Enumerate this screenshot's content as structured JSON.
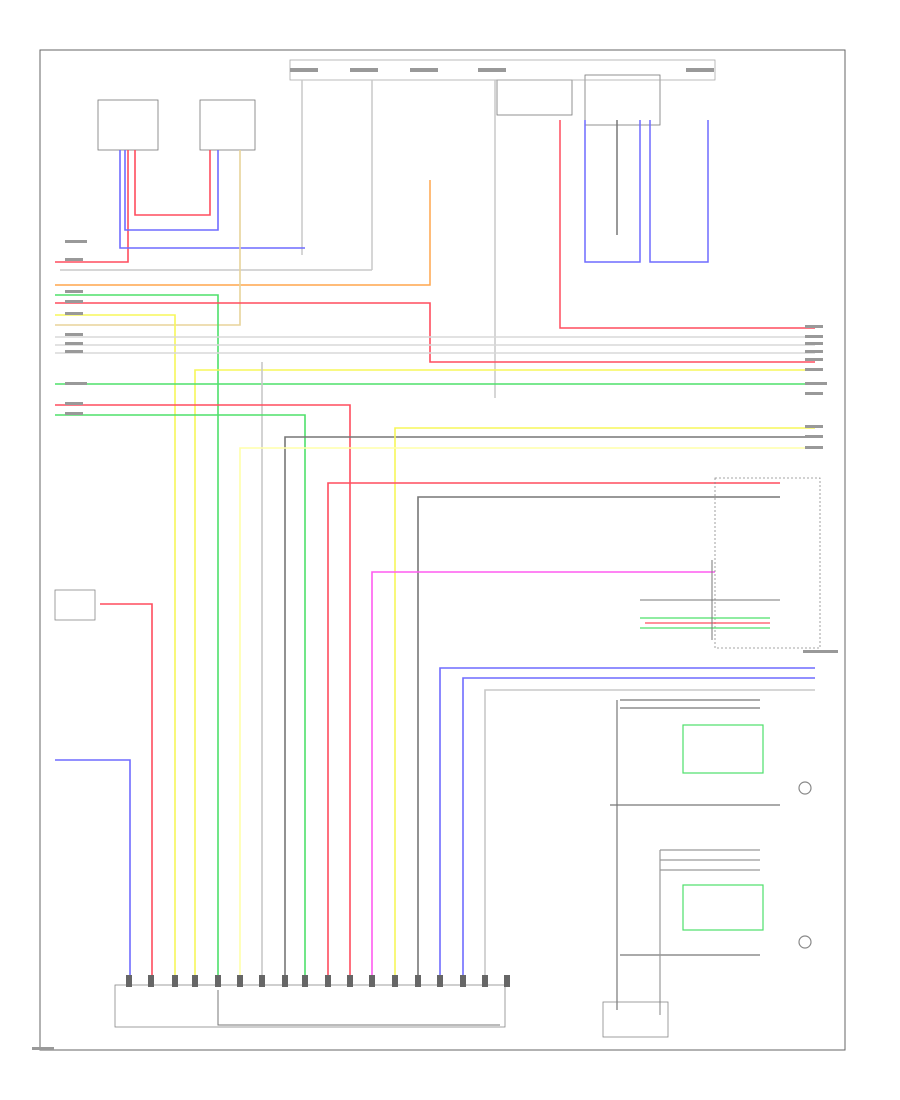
{
  "page": {
    "page_number": ""
  },
  "colors": {
    "red": "#ff4d5e",
    "blue": "#6f6cff",
    "yellow": "#f7f75a",
    "green": "#4ee06a",
    "orange": "#ffa64d",
    "magenta": "#ff5cf0",
    "gray": "#777777",
    "light": "#c8c8c8",
    "black": "#222222"
  },
  "wires": [
    {
      "name": "wire-red-top",
      "color": "red"
    },
    {
      "name": "wire-blue-top",
      "color": "blue"
    },
    {
      "name": "wire-orange",
      "color": "orange"
    },
    {
      "name": "wire-green-a",
      "color": "green"
    },
    {
      "name": "wire-red-b",
      "color": "red"
    },
    {
      "name": "wire-yellow-a",
      "color": "yellow"
    },
    {
      "name": "wire-green-b",
      "color": "green"
    },
    {
      "name": "wire-red-c",
      "color": "red"
    },
    {
      "name": "wire-gray-a",
      "color": "gray"
    },
    {
      "name": "wire-yellow-b",
      "color": "yellow"
    },
    {
      "name": "wire-red-d",
      "color": "red"
    },
    {
      "name": "wire-magenta",
      "color": "magenta"
    },
    {
      "name": "wire-blue-b",
      "color": "blue"
    },
    {
      "name": "wire-green-c",
      "color": "green"
    },
    {
      "name": "wire-red-e",
      "color": "red"
    }
  ]
}
